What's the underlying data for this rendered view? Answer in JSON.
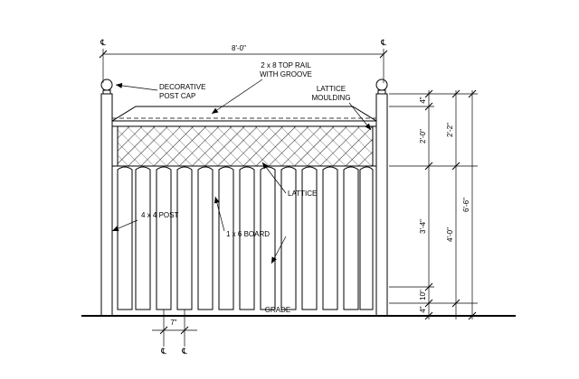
{
  "labels": {
    "overall_width": "8'-0\"",
    "post_cap_line1": "DECORATIVE",
    "post_cap_line2": "POST CAP",
    "top_rail_line1": "2 x 8 TOP RAIL",
    "top_rail_line2": "WITH GROOVE",
    "lattice_moulding_line1": "LATTICE",
    "lattice_moulding_line2": "MOULDING",
    "lattice": "LATTICE",
    "post": "4 x 4 POST",
    "board": "1 x 6 BOARD",
    "grade": "GRADE",
    "board_gap": "7\"",
    "centerline_symbol": "℄"
  },
  "dimensions_inner": [
    "4\"",
    "2'-0\"",
    "3'-4\"",
    "10\"",
    "4\""
  ],
  "dimensions_middle": [
    "2'-2\"",
    "4'-0\""
  ],
  "dimensions_outer": [
    "6'-6\""
  ],
  "colors": {
    "line": "#000000",
    "background": "#ffffff"
  }
}
